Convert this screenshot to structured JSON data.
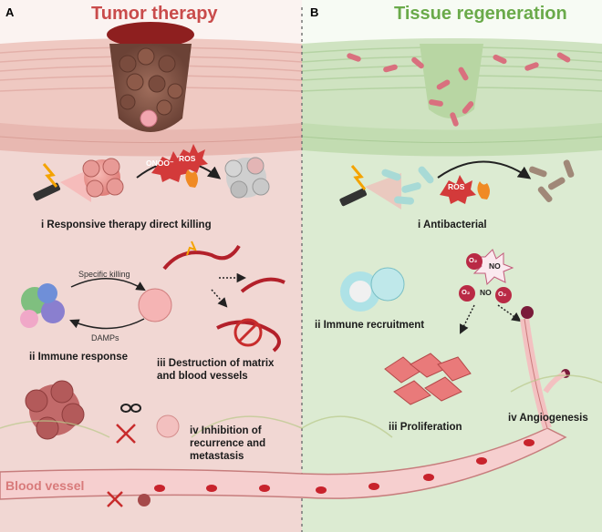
{
  "panel_a": {
    "letter": "A",
    "title": "Tumor therapy",
    "title_color": "#c94b4b",
    "steps": {
      "step1": "i  Responsive therapy direct killing",
      "step2": "ii  Immune response",
      "step3": "iii  Destruction of matrix and blood vessels",
      "step4": "iv  Inhibition of recurrence and metastasis"
    },
    "specific_killing": "Specific killing",
    "damps": "DAMPs",
    "blood_vessel": "Blood vessel",
    "onoo_label": "ONOO⁻",
    "ros_label": "ROS"
  },
  "panel_b": {
    "letter": "B",
    "title": "Tissue regeneration",
    "title_color": "#6aaa4a",
    "steps": {
      "step1": "i  Antibacterial",
      "step2": "ii  Immune recruitment",
      "step3": "iii  Proliferation",
      "step4": "iv  Angiogenesis"
    },
    "ros_label": "ROS",
    "o2_label": "O₂",
    "no_label": "NO"
  },
  "colors": {
    "left_bg": "#f1d7d3",
    "right_bg": "#dcebd2",
    "vessel": "#f6cfcf",
    "rbc": "#c8232c",
    "tumor": "#8a5e4e"
  },
  "icons": [
    "laser-icon",
    "lightning-icon",
    "flame-icon",
    "infinity-icon",
    "cross-icon",
    "arrow-icon"
  ]
}
